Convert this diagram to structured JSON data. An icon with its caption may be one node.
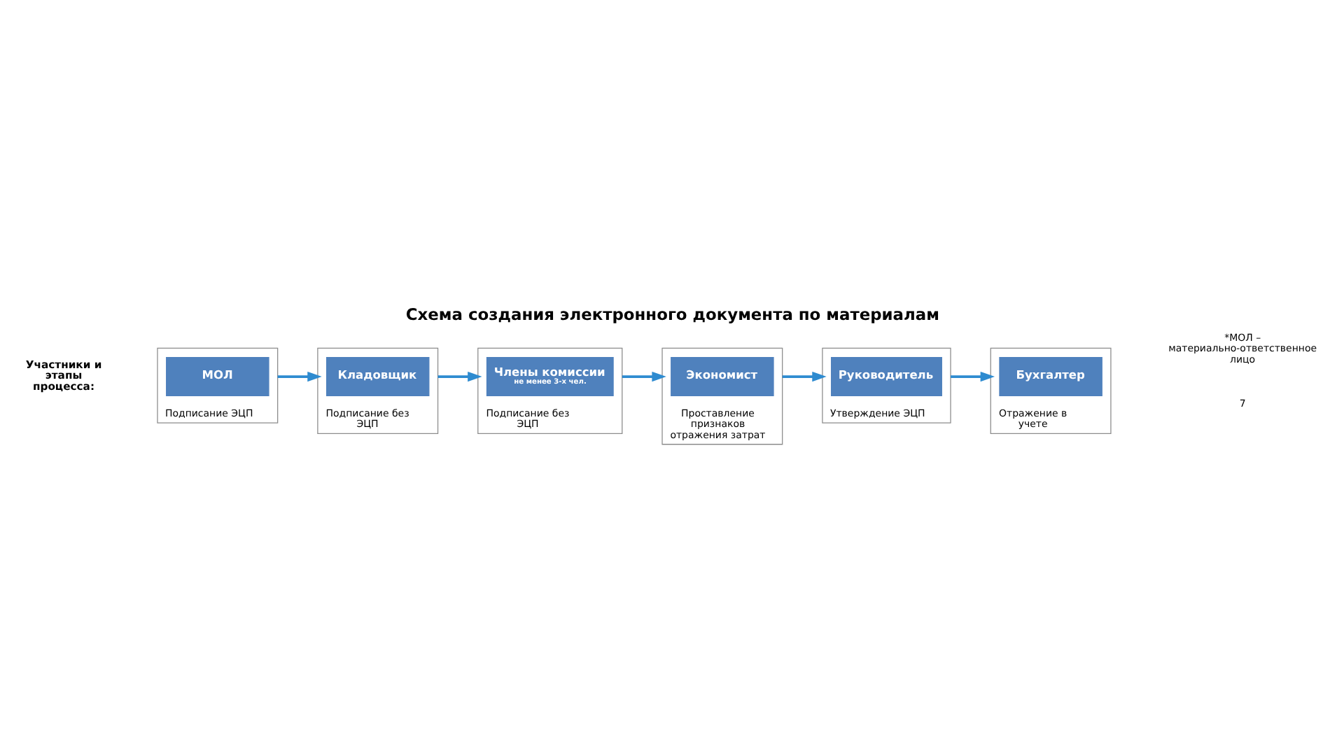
{
  "diagram": {
    "title": "Схема создания электронного документа по материалам",
    "nodes": [
      {
        "text": [
          "Подписание ЭЦП"
        ]
      },
      {
        "text": [
          "МОЛ"
        ],
        "in": 0
      },
      {
        "text": [
          "Подписание без ЭЦП"
        ]
      },
      {
        "text": [
          "Кладовщик"
        ],
        "in": 2
      },
      {
        "text": [
          "Подписание без ЭЦП"
        ]
      },
      {
        "text": [
          "Члены комиссии",
          "не менее 3-х чел."
        ],
        "in": 4
      },
      {
        "text": [
          "Проставление признаков отражения затрат"
        ]
      },
      {
        "text": [
          "Экономист"
        ],
        "in": 6
      },
      {
        "text": [
          "Утверждение ЭЦП"
        ]
      },
      {
        "text": [
          "Руководитель"
        ],
        "in": 8
      },
      {
        "text": [
          "Отражение в учете"
        ]
      },
      {
        "text": [
          "Бухгалтер"
        ],
        "in": 10
      }
    ],
    "edges": [
      {
        "from": 0,
        "to": 2,
        "arrow": "to"
      },
      {
        "from": 2,
        "to": 4,
        "arrow": "to"
      },
      {
        "from": 4,
        "to": 6,
        "arrow": "to"
      },
      {
        "from": 6,
        "to": 8,
        "arrow": "to"
      },
      {
        "from": 8,
        "to": 10,
        "arrow": "to"
      }
    ],
    "labels": [
      "Участники и этапы процесса:",
      "*МОЛ – материально-ответственное лицо",
      "7"
    ]
  }
}
